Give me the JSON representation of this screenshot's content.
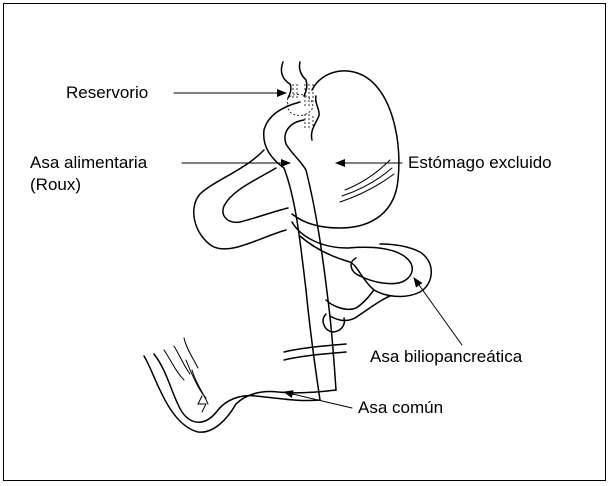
{
  "labels": {
    "reservorio": "Reservorio",
    "asa_alimentaria_line1": "Asa alimentaria",
    "asa_alimentaria_line2": "(Roux)",
    "estomago_excluido": "Estómago excluido",
    "asa_biliopancreatica": "Asa biliopancreática",
    "asa_comun": "Asa común"
  }
}
